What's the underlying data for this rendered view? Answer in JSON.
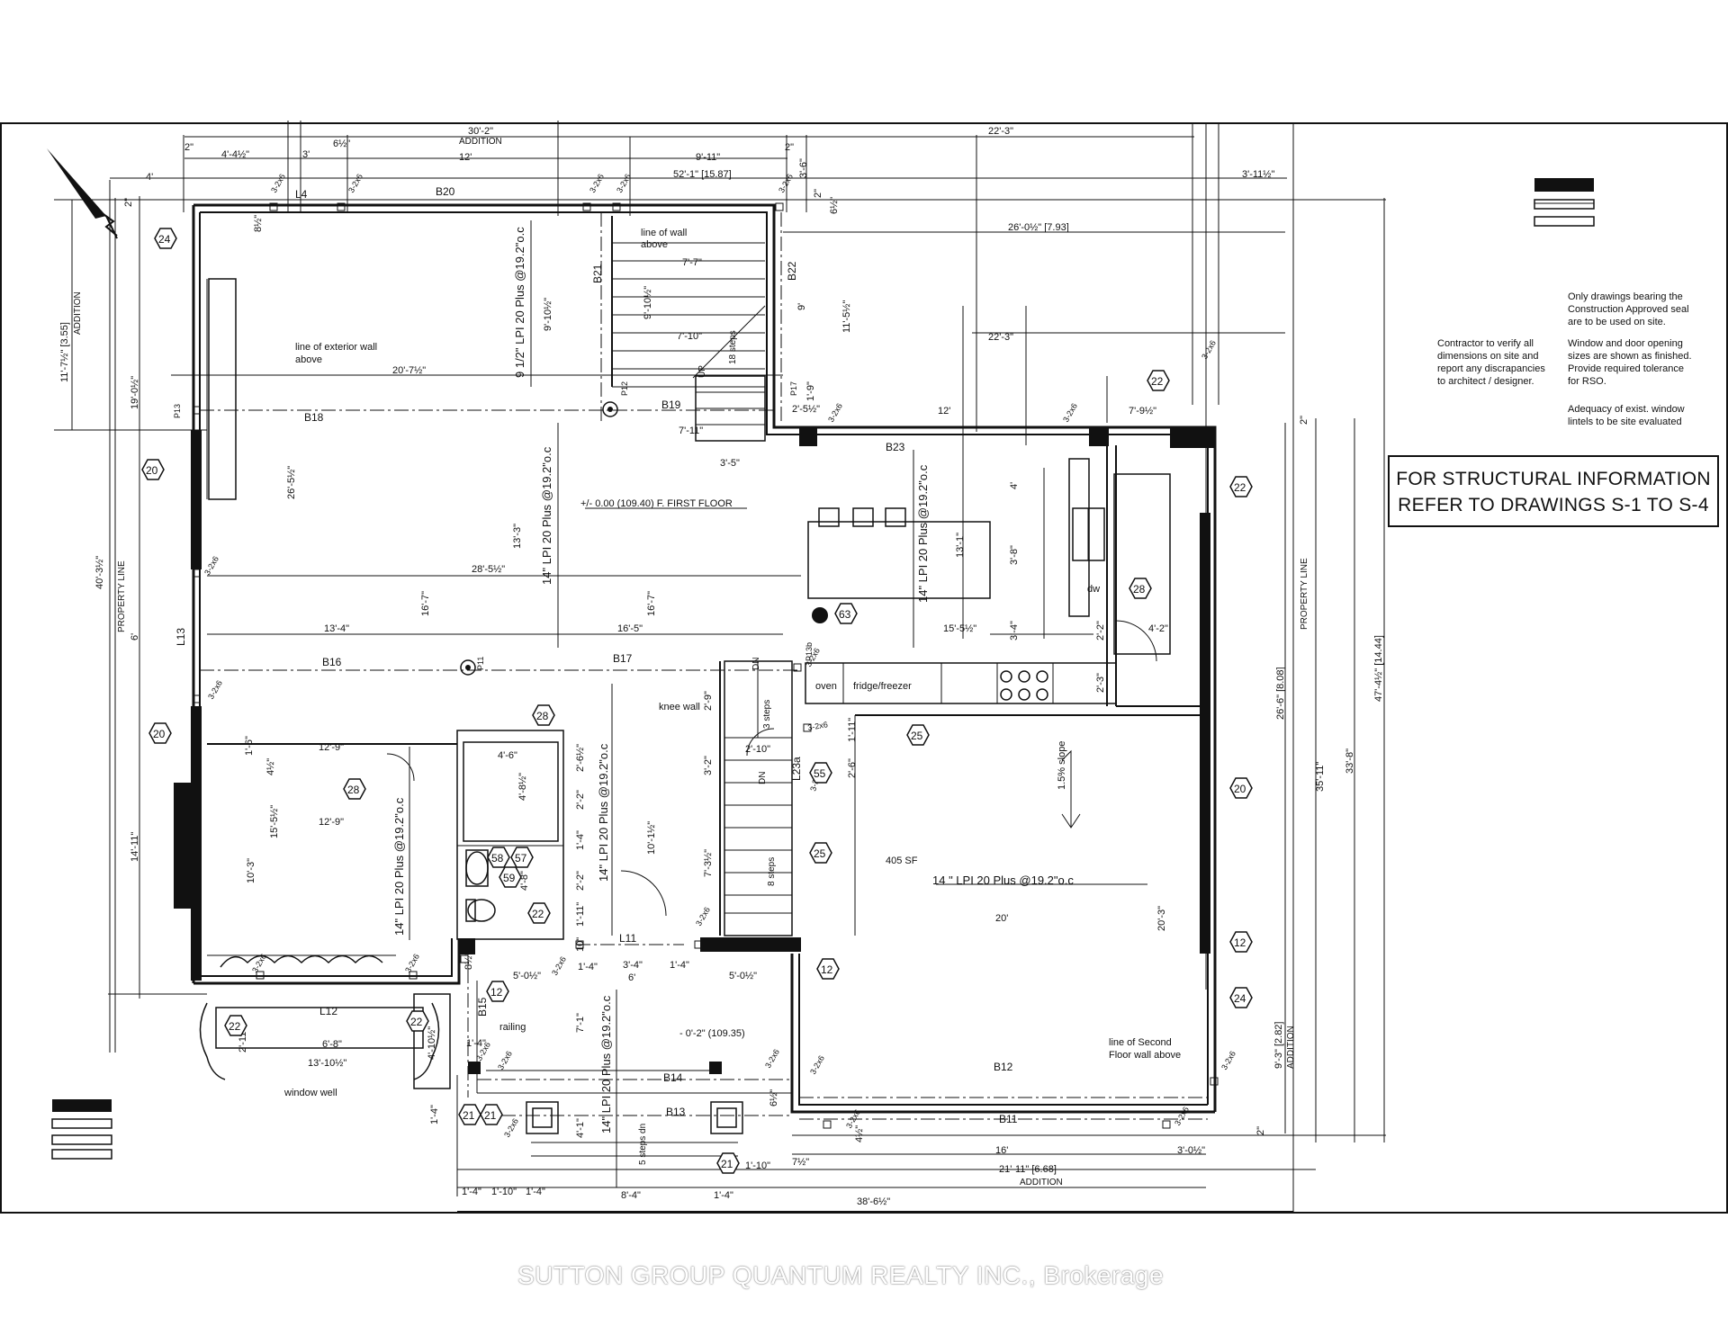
{
  "structural_note": {
    "line1": "FOR STRUCTURAL INFORMATION",
    "line2": "REFER TO DRAWINGS S-1 TO  S-4"
  },
  "notes": {
    "approval": [
      "Only drawings bearing the",
      "Construction Approved seal",
      "are to be used on site."
    ],
    "contractor": [
      "Contractor to verify all",
      "dimensions on site and",
      "report any discrapancies",
      "to architect / designer."
    ],
    "window_sizes": [
      "Window and door opening",
      "sizes are shown as finished.",
      "Provide required tolerance",
      "for RSO."
    ],
    "lintels": [
      "Adequacy of  exist. window",
      "lintels to be site evaluated"
    ]
  },
  "watermark": "SUTTON GROUP QUANTUM REALTY INC., Brokerage",
  "labels": {
    "addition_top": "ADDITION",
    "addition_left": "ADDITION",
    "addition_right": "ADDITION",
    "addition_bottom": "ADDITION",
    "property_line_left": "PROPERTY LINE",
    "property_line_right": "PROPERTY LINE",
    "first_floor": "+/- 0.00 (109.40) F. FIRST FLOOR",
    "lower_level": "- 0'-2\" (109.35)",
    "area": "405 SF",
    "slope": "1.5% slope",
    "line_of_wall_above": [
      "line of wall",
      "above"
    ],
    "line_exterior_wall": [
      "line of exterior wall",
      "above"
    ],
    "line_second_floor": [
      "line of Second",
      "Floor wall above"
    ],
    "knee_wall": "knee wall",
    "oven": "oven",
    "fridge": "fridge/freezer",
    "dw": "dw",
    "railing": "railing",
    "window_well": "window well",
    "steps_18": "18 steps",
    "steps_3": "3 steps",
    "steps_8": "8 steps",
    "steps_5": "5 steps dn",
    "up": "UP",
    "dn": "DN",
    "dn2": "DN"
  },
  "beams": [
    "B20",
    "B21",
    "B22",
    "B18",
    "B19",
    "B23",
    "B16",
    "B17",
    "L4",
    "L13",
    "L12",
    "L11",
    "B15",
    "B14",
    "B13",
    "B12",
    "B11",
    "L23a",
    "P13",
    "P12",
    "P17",
    "P11",
    "P13b"
  ],
  "joists": {
    "j1": "9 1/2\" LPI 20 Plus @19.2\"o.c",
    "j2": "14\" LPI 20 Plus @19.2\"o.c",
    "j3": "14\" LPI 20 Plus @19.2\"o.c",
    "j4": "14\" LPI 20 Plus @19.2\"o.c",
    "j5": "14\" LPI 20 Plus @19.2\"o.c",
    "j6": "14\" LPI 20 Plus @19.2\"o.c",
    "j7": "14 \" LPI 20 Plus @19.2\"o.c",
    "j8": "14\" LPI 20 Plus @19.2\"o.c"
  },
  "dimensions": {
    "d_30_2": "30'-2\"",
    "d_22_3_top": "22'-3\"",
    "d_2a": "2\"",
    "d_4_4": "4'-4½\"",
    "d_3": "3'",
    "d_6_5": "6½\"",
    "d_12": "12'",
    "d_9_11": "9'-11\"",
    "d_2b": "2\"",
    "d_4": "4'",
    "d_52_1": "52'-1\" [15.87]",
    "d_3_6": "3'-6\"",
    "d_3_11": "3'-11½\"",
    "d_2c": "2\"",
    "d_6d": "6½\"",
    "d_2d": "2\"",
    "d_26_0": "26'-0½\" [7.93]",
    "d_7_7": "7'-7\"",
    "d_9_10a": "9'-10½\"",
    "d_9_10b": "9'-10½\"",
    "d_7_10": "7'-10\"",
    "d_11_5": "11'-5½\"",
    "d_9": "9'",
    "d_22_3b": "22'-3\"",
    "d_20_7": "20'-7½\"",
    "d_19_0": "19'-0½\"",
    "d_11_7": "11'-7½\" [3.55]",
    "d_8_5": "8½\"",
    "d_26_5": "26'-5½\"",
    "d_7_11": "7'-11\"",
    "d_3_5": "3'-5\"",
    "d_2_5": "2'-5½\"",
    "d_12b": "12'",
    "d_7_9": "7'-9½\"",
    "d_2e": "2\"",
    "d_1_9": "1'-9\"",
    "d_4f": "4'",
    "d_13_3": "13'-3\"",
    "d_16_7a": "16'-7\"",
    "d_16_7b": "16'-7\"",
    "d_28_5": "28'-5½\"",
    "d_3_8": "3'-8\"",
    "d_13_1": "13'-1\"",
    "d_40_3": "40'-3½\"",
    "d_6": "6'",
    "d_13_4": "13'-4\"",
    "d_16_5": "16'-5\"",
    "d_15_5": "15'-5½\"",
    "d_3_4": "3'-4\"",
    "d_2_2": "2'-2\"",
    "d_4_2": "4'-2\"",
    "d_2_3": "2'-3\"",
    "d_26_6": "26'-6\" [8.08]",
    "d_35_11": "35'-11\"",
    "d_33_8": "33'-8\"",
    "d_47_4": "47'-4½\" [14.44]",
    "d_12_9a": "12'-9\"",
    "d_12_9b": "12'-9\"",
    "d_1_6": "1'-6\"",
    "d_4g": "4½\"",
    "d_4_6": "4'-6\"",
    "d_2_6": "2'-6½\"",
    "d_2_9": "2'-9\"",
    "d_1_11a": "1'-11\"",
    "d_2_10": "2'-10\"",
    "d_2_6b": "2'-6\"",
    "d_15_5b": "15'-5½\"",
    "d_10_3": "10'-3\"",
    "d_14_11": "14'-11\"",
    "d_4_8": "4'-8½\"",
    "d_2_2b": "2'-2\"",
    "d_1_4a": "1'-4\"",
    "d_10_1": "10'-1½\"",
    "d_3_2": "3'-2\"",
    "d_7_3": "7'-3½\"",
    "d_20": "20'",
    "d_20_3": "20'-3\"",
    "d_2_2c": "2'-2\"",
    "d_4_8b": "4'-8\"",
    "d_1_11b": "1'-11\"",
    "d_10": "10\"",
    "d_8_3": "8½\"",
    "d_5_0a": "5'-0½\"",
    "d_1_4b": "1'-4\"",
    "d_6b": "6'",
    "d_3_4b": "3'-4\"",
    "d_1_4c": "1'-4\"",
    "d_5_0b": "5'-0½\"",
    "d_7_1": "7'-1\"",
    "d_6_8": "6'-8\"",
    "d_13_10": "13'-10½\"",
    "d_4_10": "4'-10½\"",
    "d_1_4d": "1'-4\"",
    "d_2_11": "2'-11\"",
    "d_1_4e": "1'-4\"",
    "d_4_1": "4'-1\"",
    "d_1_4f": "1'-4\"",
    "d_1_10a": "1'-10\"",
    "d_1_4g": "1'-4\"",
    "d_8_4": "8'-4\"",
    "d_1_4h": "1'-4\"",
    "d_1_10b": "1'-10\"",
    "d_7b": "7½\"",
    "d_16": "16'",
    "d_3_0": "3'-0½\"",
    "d_21_11": "21'-11\" [6.68]",
    "d_38_6": "38'-6½\"",
    "d_9_3": "9'-3\" [2.82]",
    "d_2f": "2\"",
    "d_4h": "4½\"",
    "d_6h": "6½\""
  },
  "tags": [
    "24",
    "20",
    "20",
    "22",
    "22",
    "28",
    "28",
    "28",
    "63",
    "25",
    "25",
    "55",
    "20",
    "12",
    "24",
    "12",
    "12",
    "22",
    "22",
    "22",
    "58",
    "57",
    "59",
    "21",
    "21",
    "21"
  ],
  "member_2x6": "3-2x6"
}
